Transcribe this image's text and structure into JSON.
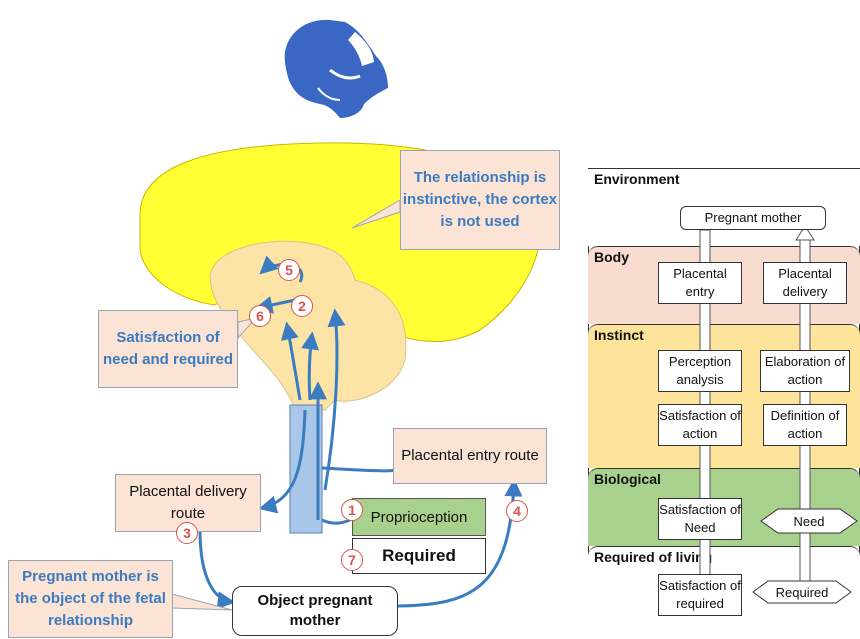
{
  "left_diagram": {
    "callout_top": "The relationship is instinctive, the cortex is not used",
    "callout_satisfaction": "Satisfaction of need and required",
    "callout_object": "Pregnant mother is the object of the fetal relationship",
    "placental_entry_route": "Placental entry route",
    "placental_delivery_route": "Placental delivery route",
    "proprioception": "Proprioception",
    "required": "Required",
    "object_pregnant_mother": "Object pregnant mother",
    "badges": [
      "1",
      "2",
      "3",
      "4",
      "5",
      "6",
      "7"
    ]
  },
  "right_diagram": {
    "bands": {
      "environment": "Environment",
      "body": "Body",
      "instinct": "Instinct",
      "biological": "Biological",
      "required_of_living": "Required of living"
    },
    "boxes": {
      "pregnant_mother": "Pregnant mother",
      "placental_entry": "Placental entry",
      "placental_delivery": "Placental delivery",
      "perception_analysis": "Perception analysis",
      "elaboration_of_action": "Elaboration of action",
      "satisfaction_of_action": "Satisfaction of action",
      "definition_of_action": "Definition of action",
      "satisfaction_of_need": "Satisfaction of Need",
      "need": "Need",
      "satisfaction_of_required": "Satisfaction of required",
      "required": "Required"
    }
  },
  "colors": {
    "cortex": "#ffff33",
    "inner_brain": "#fbe4a6",
    "blue": "#3b7bbf",
    "peach": "#fbe3d6",
    "green": "#a9d18e",
    "env_band": "#ffffff",
    "body_band": "#f8dcd0",
    "instinct_band": "#fde49a",
    "bio_band": "#a9d18e"
  },
  "icons": [
    "fetus-icon"
  ]
}
